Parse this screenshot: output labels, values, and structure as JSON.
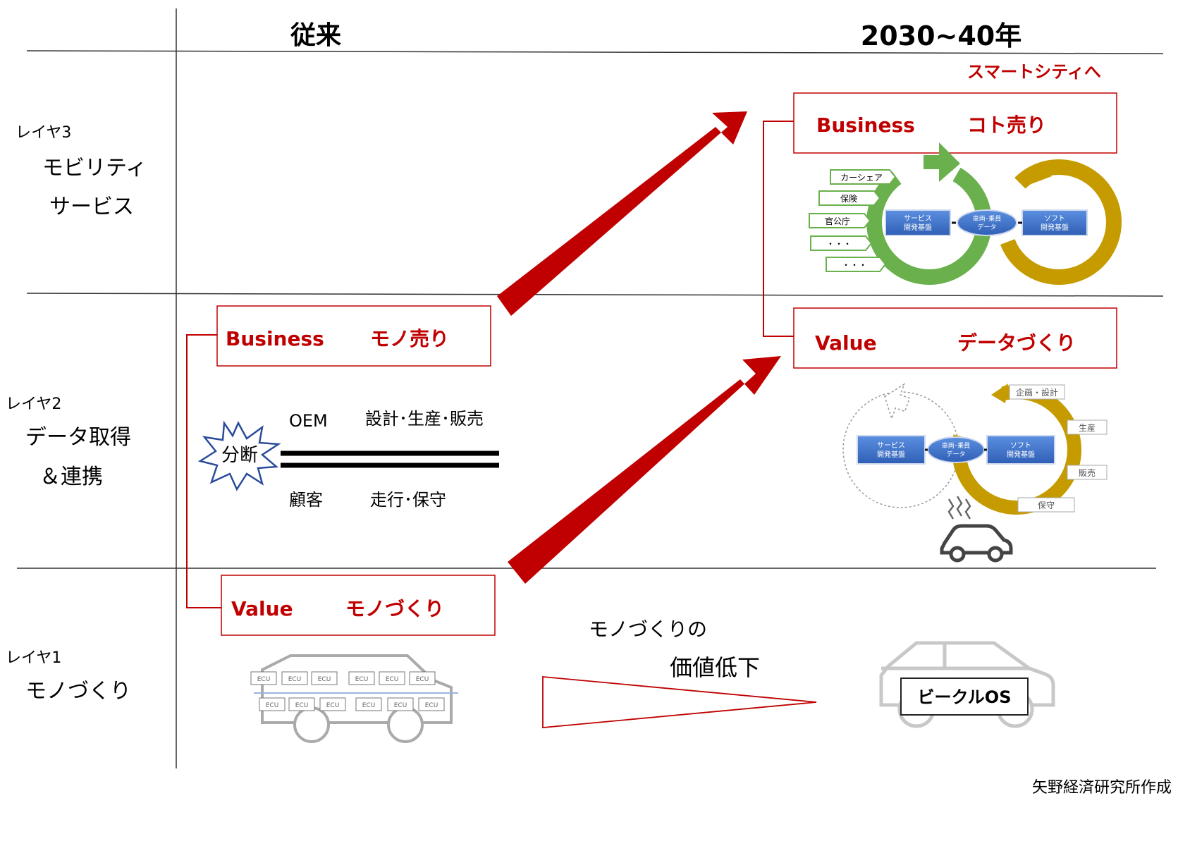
{
  "columns": {
    "conventional": "従来",
    "future": "2030~40年"
  },
  "layers": {
    "l3": {
      "label": "レイヤ3",
      "line1": "モビリティ",
      "line2": "サービス"
    },
    "l2": {
      "label": "レイヤ2",
      "line1": "データ取得",
      "line2": "＆連携"
    },
    "l1": {
      "label": "レイヤ1",
      "line1": "モノづくり"
    }
  },
  "conventional": {
    "business": {
      "key": "Business",
      "value": "モノ売り"
    },
    "value": {
      "key": "Value",
      "value": "モノづくり"
    },
    "oem": "OEM",
    "design_prod_sales": "設計･生産･販売",
    "customer": "顧客",
    "drive_maint": "走行･保守",
    "split": "分断",
    "ecu": "ECU"
  },
  "future": {
    "smart_city": "スマートシティへ",
    "business": {
      "key": "Business",
      "value": "コト売り"
    },
    "value": {
      "key": "Value",
      "value": "データづくり"
    },
    "vehicle_os": "ビークルOS"
  },
  "loops": {
    "service_base": [
      "サービス",
      "開発基盤"
    ],
    "vehicle_data": [
      "車両･乗員",
      "データ"
    ],
    "soft_base": [
      "ソフト",
      "開発基盤"
    ],
    "tags_top": [
      "カーシェア",
      "保険",
      "官公庁",
      "・・・",
      "・・・"
    ],
    "tags_mid": [
      "企画・設計",
      "生産",
      "販売",
      "保守"
    ]
  },
  "decline": {
    "line1": "モノづくりの",
    "line2": "価値低下"
  },
  "credit": "矢野経済研究所作成",
  "colors": {
    "accent": "#c00000",
    "green": "#6ab04c",
    "gold": "#c59b00",
    "blue": "#3a6fc4"
  }
}
